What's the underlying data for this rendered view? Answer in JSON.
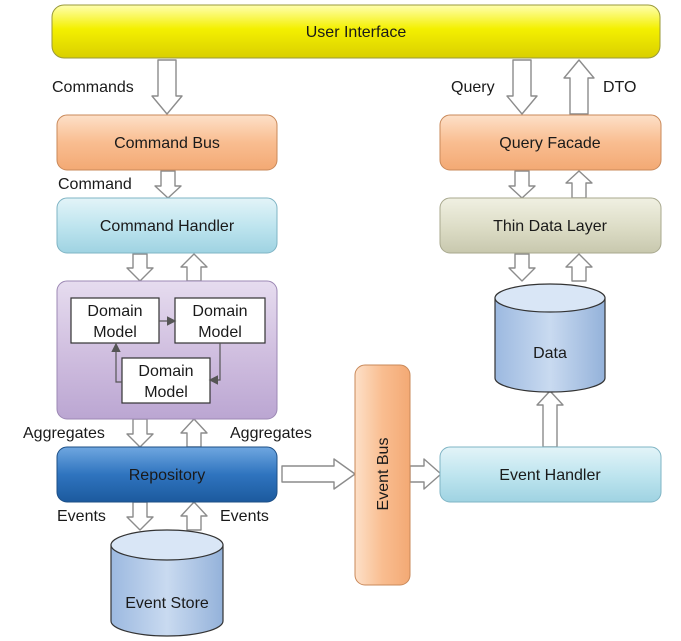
{
  "nodes": {
    "user_interface": "User Interface",
    "command_bus": "Command Bus",
    "command_handler": "Command Handler",
    "query_facade": "Query Facade",
    "thin_data_layer": "Thin Data Layer",
    "data": "Data",
    "domain_model_1": [
      "Domain",
      "Model"
    ],
    "domain_model_2": [
      "Domain",
      "Model"
    ],
    "domain_model_3": [
      "Domain",
      "Model"
    ],
    "repository": "Repository",
    "event_store": "Event Store",
    "event_bus": "Event Bus",
    "event_handler": "Event Handler"
  },
  "labels": {
    "commands": "Commands",
    "command": "Command",
    "query": "Query",
    "dto": "DTO",
    "aggregates_left": "Aggregates",
    "aggregates_right": "Aggregates",
    "events_left": "Events",
    "events_right": "Events"
  },
  "colors": {
    "ui_fill": "#f2f000",
    "orange_fill": "#f8b889",
    "light_blue_fill": "#b6e1ec",
    "beige_fill": "#dcdcc4",
    "purple_fill": "#d3c3e0",
    "blue_fill": "#2f74bf",
    "cylinder_fill": "#aec6e8",
    "arrow_stroke": "#8c8c8c"
  }
}
